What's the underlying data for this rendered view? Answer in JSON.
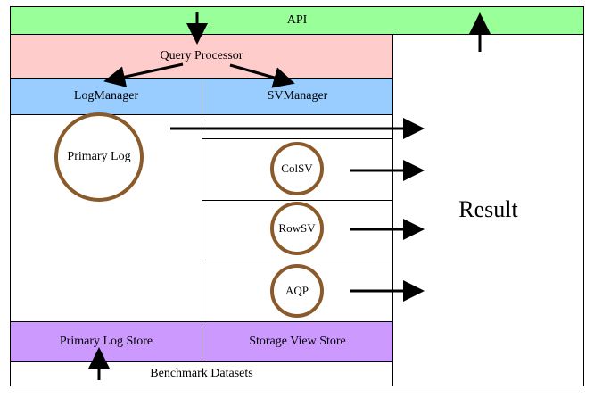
{
  "api": {
    "label": "API",
    "color": "#99FF99"
  },
  "query_processor": {
    "label": "Query Processor",
    "color": "#FFCCCC"
  },
  "log_manager": {
    "label": "LogManager",
    "color": "#99CCFF"
  },
  "sv_manager": {
    "label": "SVManager",
    "color": "#99CCFF"
  },
  "primary_log": {
    "label": "Primary Log"
  },
  "views": [
    {
      "label": "ColSV"
    },
    {
      "label": "RowSV"
    },
    {
      "label": "AQP"
    }
  ],
  "result": {
    "label": "Result"
  },
  "primary_log_store": {
    "label": "Primary Log Store",
    "color": "#CC99FF"
  },
  "storage_view_store": {
    "label": "Storage View Store",
    "color": "#CC99FF"
  },
  "benchmark": {
    "label": "Benchmark Datasets"
  },
  "circle_color": "#8B5A2B"
}
